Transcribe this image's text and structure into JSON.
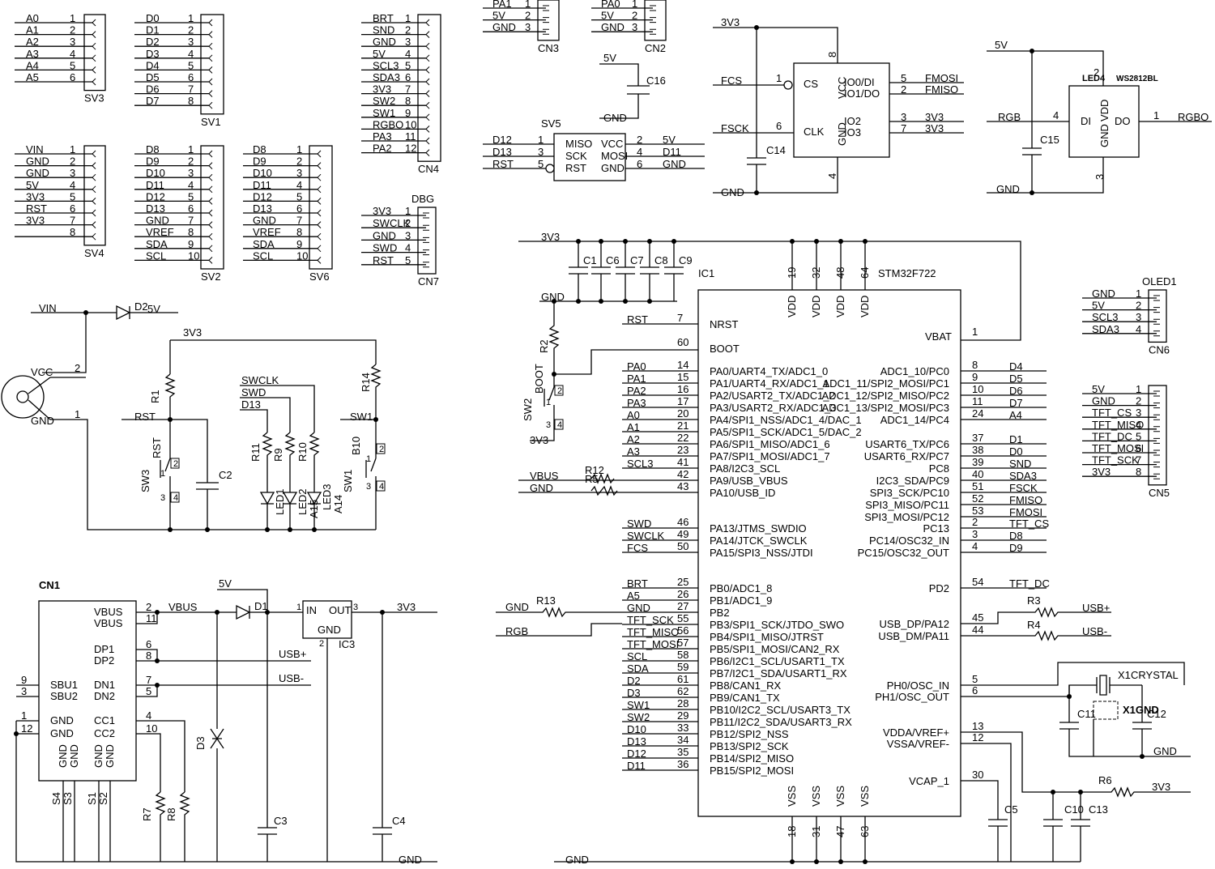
{
  "connectors": {
    "sv3": {
      "ref": "SV3",
      "nets": [
        "A0",
        "A1",
        "A2",
        "A3",
        "A4",
        "A5"
      ],
      "pins": [
        "1",
        "2",
        "3",
        "4",
        "5",
        "6"
      ]
    },
    "sv1": {
      "ref": "SV1",
      "nets": [
        "D0",
        "D1",
        "D2",
        "D3",
        "D4",
        "D5",
        "D6",
        "D7"
      ],
      "pins": [
        "1",
        "2",
        "3",
        "4",
        "5",
        "6",
        "7",
        "8"
      ]
    },
    "cn4": {
      "ref": "CN4",
      "nets": [
        "BRT",
        "SND",
        "GND",
        "5V",
        "SCL3",
        "SDA3",
        "3V3",
        "SW2",
        "SW1",
        "RGBO",
        "PA3",
        "PA2"
      ],
      "pins": [
        "1",
        "2",
        "3",
        "4",
        "5",
        "6",
        "7",
        "8",
        "9",
        "10",
        "11",
        "12"
      ]
    },
    "sv4": {
      "ref": "SV4",
      "nets": [
        "VIN",
        "GND",
        "GND",
        "5V",
        "3V3",
        "RST",
        "3V3",
        ""
      ],
      "pins": [
        "1",
        "2",
        "3",
        "4",
        "5",
        "6",
        "7",
        "8"
      ]
    },
    "sv2": {
      "ref": "SV2",
      "nets": [
        "D8",
        "D9",
        "D10",
        "D11",
        "D12",
        "D13",
        "GND",
        "VREF",
        "SDA",
        "SCL"
      ],
      "pins": [
        "1",
        "2",
        "3",
        "4",
        "5",
        "6",
        "7",
        "8",
        "9",
        "10"
      ]
    },
    "sv6": {
      "ref": "SV6",
      "nets": [
        "D8",
        "D9",
        "D10",
        "D11",
        "D12",
        "D13",
        "GND",
        "VREF",
        "SDA",
        "SCL"
      ],
      "pins": [
        "1",
        "2",
        "3",
        "4",
        "5",
        "6",
        "7",
        "8",
        "9",
        "10"
      ]
    },
    "cn7": {
      "ref": "CN7",
      "title": "DBG",
      "nets": [
        "3V3",
        "SWCLK",
        "GND",
        "SWD",
        "RST"
      ],
      "pins": [
        "1",
        "2",
        "3",
        "4",
        "5"
      ]
    },
    "cn3": {
      "ref": "CN3",
      "nets": [
        "PA1",
        "5V",
        "GND"
      ],
      "pins": [
        "1",
        "2",
        "3"
      ]
    },
    "cn2": {
      "ref": "CN2",
      "nets": [
        "PA0",
        "5V",
        "GND"
      ],
      "pins": [
        "1",
        "2",
        "3"
      ]
    },
    "oled1": {
      "ref": "CN6",
      "title": "OLED1",
      "nets": [
        "GND",
        "5V",
        "SCL3",
        "SDA3"
      ],
      "pins": [
        "1",
        "2",
        "3",
        "4"
      ]
    },
    "cn5": {
      "ref": "CN5",
      "nets": [
        "5V",
        "GND",
        "TFT_CS",
        "TFT_MISO",
        "TFT_DC",
        "TFT_MOSI",
        "TFT_SCK",
        "3V3"
      ],
      "pins": [
        "1",
        "2",
        "3",
        "4",
        "5",
        "6",
        "7",
        "8"
      ]
    }
  },
  "sv5": {
    "ref": "SV5",
    "left_nets": [
      "D12",
      "D13",
      "RST"
    ],
    "left_pins": [
      "1",
      "3",
      "5"
    ],
    "right_pins": [
      "2",
      "4",
      "6"
    ],
    "right_nets": [
      "5V",
      "D11",
      "GND"
    ],
    "body_left": [
      "MISO",
      "SCK",
      "RST"
    ],
    "body_right": [
      "VCC",
      "MOSI",
      "GND"
    ]
  },
  "c16": {
    "ref": "C16",
    "top": "5V",
    "bottom": "GND"
  },
  "flash": {
    "top_net": "3V3",
    "gnd_net": "GND",
    "cap": "C14",
    "vcc_pin": "8",
    "gnd_pin": "4",
    "left": [
      {
        "net": "FCS",
        "pin": "1",
        "label": "CS"
      },
      {
        "net": "FSCK",
        "pin": "6",
        "label": "CLK"
      }
    ],
    "right": [
      {
        "label": "IO0/DI",
        "pin": "5",
        "net": "FMOSI"
      },
      {
        "label": "IO1/DO",
        "pin": "2",
        "net": "FMISO"
      },
      {
        "label": "IO2",
        "pin": "3",
        "net": "3V3"
      },
      {
        "label": "IO3",
        "pin": "7",
        "net": "3V3"
      }
    ],
    "vcc_label": "VCC",
    "gnd_label": "GND"
  },
  "led": {
    "ref": "LED4",
    "part": "WS2812BL",
    "supply": "5V",
    "gnd": "GND",
    "cap": "C15",
    "in_net": "RGB",
    "in_pin": "4",
    "in_label": "DI",
    "out_net": "RGBO",
    "out_pin": "1",
    "out_label": "DO",
    "vdd_label": "VDD",
    "gnd_label": "GND",
    "vdd_pin": "2",
    "gnd_pin": "3"
  },
  "power_in": {
    "vin": "VIN",
    "diode": "D2",
    "out": "5V",
    "jack_vcc": "VCC",
    "jack_gnd": "GND",
    "pin_vcc": "2",
    "pin_gnd": "1"
  },
  "buttons": {
    "rail": "3V3",
    "r1": "R1",
    "rst_net": "RST",
    "sw3": "SW3",
    "sw3_name": "RST",
    "c2": "C2",
    "r14": "R14",
    "sw1_net": "SW1",
    "sw1": "SW1",
    "sw1_name": "B10",
    "swclk": "SWCLK",
    "swd": "SWD",
    "d13": "D13",
    "r11": "R11",
    "r9": "R9",
    "r10": "R10",
    "led1": "LED1",
    "led2": "LED2",
    "led3": "LED3",
    "a15": "A15",
    "a14": "A14",
    "sw_pins": [
      "1",
      "2",
      "3",
      "4"
    ]
  },
  "usb": {
    "ref": "CN1",
    "vbus_net": "VBUS",
    "d1": "D1",
    "d3": "D3",
    "reg": "IC3",
    "in_label": "IN",
    "out_label": "OUT",
    "gnd_label": "GND",
    "reg_in_pin": "1",
    "reg_out_pin": "3",
    "reg_gnd_pin": "2",
    "supply_5v": "5V",
    "out_net": "3V3",
    "gnd_net": "GND",
    "c3": "C3",
    "c4": "C4",
    "r7": "R7",
    "r8": "R8",
    "dp_net": "USB+",
    "dn_net": "USB-",
    "pins_left": [
      {
        "pin": "9",
        "label": "SBU1"
      },
      {
        "pin": "3",
        "label": "SBU2"
      },
      {
        "pin": "1",
        "label": "GND"
      },
      {
        "pin": "12",
        "label": "GND"
      }
    ],
    "pins_right": [
      {
        "label": "VBUS",
        "pin": "2"
      },
      {
        "label": "VBUS",
        "pin": "11"
      },
      {
        "label": "DP1",
        "pin": "6"
      },
      {
        "label": "DP2",
        "pin": "8"
      },
      {
        "label": "DN1",
        "pin": "7"
      },
      {
        "label": "DN2",
        "pin": "5"
      },
      {
        "label": "CC1",
        "pin": "4"
      },
      {
        "label": "CC2",
        "pin": "10"
      }
    ],
    "bottom_gnd": [
      "GND",
      "GND",
      "GND",
      "GND"
    ],
    "shield": [
      "S4",
      "S3",
      "S1",
      "S2"
    ]
  },
  "mcu": {
    "ref": "IC1",
    "part": "STM32F722",
    "rail": "3V3",
    "gnd": "GND",
    "decoupling": [
      "C1",
      "C6",
      "C7",
      "C8",
      "C9"
    ],
    "vdd_pins": [
      "19",
      "32",
      "48",
      "64"
    ],
    "vdd_label": "VDD",
    "vss_pins": [
      "18",
      "31",
      "47",
      "63"
    ],
    "vss_label": "VSS",
    "vbat_pin": "1",
    "vbat_label": "VBAT",
    "r2": "R2",
    "sw2": "SW2",
    "sw2_name": "BOOT",
    "boot_net": "3V3",
    "r12": "R12",
    "r5": "R5",
    "r13": "R13",
    "left": [
      {
        "net": "RST",
        "pin": "7",
        "label": "NRST"
      },
      {
        "net": "",
        "pin": "60",
        "label": "BOOT"
      },
      {
        "net": "PA0",
        "pin": "14",
        "label": "PA0/UART4_TX/ADC1_0"
      },
      {
        "net": "PA1",
        "pin": "15",
        "label": "PA1/UART4_RX/ADC1_1"
      },
      {
        "net": "PA2",
        "pin": "16",
        "label": "PA2/USART2_TX/ADC1_2"
      },
      {
        "net": "PA3",
        "pin": "17",
        "label": "PA3/USART2_RX/ADC1_3"
      },
      {
        "net": "A0",
        "pin": "20",
        "label": "PA4/SPI1_NSS/ADC1_4/DAC_1"
      },
      {
        "net": "A1",
        "pin": "21",
        "label": "PA5/SPI1_SCK/ADC1_5/DAC_2"
      },
      {
        "net": "A2",
        "pin": "22",
        "label": "PA6/SPI1_MISO/ADC1_6"
      },
      {
        "net": "A3",
        "pin": "23",
        "label": "PA7/SPI1_MOSI/ADC1_7"
      },
      {
        "net": "SCL3",
        "pin": "41",
        "label": "PA8/I2C3_SCL"
      },
      {
        "net": "VBUS",
        "pin": "42",
        "label": "PA9/USB_VBUS"
      },
      {
        "net": "GND",
        "pin": "43",
        "label": "PA10/USB_ID"
      },
      {
        "net": "SWD",
        "pin": "46",
        "label": "PA13/JTMS_SWDIO"
      },
      {
        "net": "SWCLK",
        "pin": "49",
        "label": "PA14/JTCK_SWCLK"
      },
      {
        "net": "FCS",
        "pin": "50",
        "label": "PA15/SPI3_NSS/JTDI"
      },
      {
        "net": "BRT",
        "pin": "25",
        "label": "PB0/ADC1_8"
      },
      {
        "net": "A5",
        "pin": "26",
        "label": "PB1/ADC1_9"
      },
      {
        "net": "GND",
        "pin": "27",
        "label": "PB2"
      },
      {
        "net": "TFT_SCK",
        "pin": "55",
        "label": "PB3/SPI1_SCK/JTDO_SWO"
      },
      {
        "net": "TFT_MISO",
        "pin": "56",
        "label": "PB4/SPI1_MISO/JTRST"
      },
      {
        "net": "TFT_MOSI",
        "pin": "57",
        "label": "PB5/SPI1_MOSI/CAN2_RX"
      },
      {
        "net": "SCL",
        "pin": "58",
        "label": "PB6/I2C1_SCL/USART1_TX"
      },
      {
        "net": "SDA",
        "pin": "59",
        "label": "PB7/I2C1_SDA/USART1_RX"
      },
      {
        "net": "D2",
        "pin": "61",
        "label": "PB8/CAN1_RX"
      },
      {
        "net": "D3",
        "pin": "62",
        "label": "PB9/CAN1_TX"
      },
      {
        "net": "SW1",
        "pin": "28",
        "label": "PB10/I2C2_SCL/USART3_TX"
      },
      {
        "net": "SW2",
        "pin": "29",
        "label": "PB11/I2C2_SDA/USART3_RX"
      },
      {
        "net": "D10",
        "pin": "33",
        "label": "PB12/SPI2_NSS"
      },
      {
        "net": "D13",
        "pin": "34",
        "label": "PB13/SPI2_SCK"
      },
      {
        "net": "D12",
        "pin": "35",
        "label": "PB14/SPI2_MISO"
      },
      {
        "net": "D11",
        "pin": "36",
        "label": "PB15/SPI2_MOSI"
      }
    ],
    "left_extra": {
      "rgb_net": "RGB",
      "gnd_net": "GND"
    },
    "right": [
      {
        "label": "ADC1_10/PC0",
        "pin": "8",
        "net": "D4"
      },
      {
        "label": "ADC1_11/SPI2_MOSI/PC1",
        "pin": "9",
        "net": "D5"
      },
      {
        "label": "ADC1_12/SPI2_MISO/PC2",
        "pin": "10",
        "net": "D6"
      },
      {
        "label": "ADC1_13/SPI2_MOSI/PC3",
        "pin": "11",
        "net": "D7"
      },
      {
        "label": "ADC1_14/PC4",
        "pin": "24",
        "net": "A4"
      },
      {
        "label": "USART6_TX/PC6",
        "pin": "37",
        "net": "D1"
      },
      {
        "label": "USART6_RX/PC7",
        "pin": "38",
        "net": "D0"
      },
      {
        "label": "PC8",
        "pin": "39",
        "net": "SND"
      },
      {
        "label": "I2C3_SDA/PC9",
        "pin": "40",
        "net": "SDA3"
      },
      {
        "label": "SPI3_SCK/PC10",
        "pin": "51",
        "net": "FSCK"
      },
      {
        "label": "SPI3_MISO/PC11",
        "pin": "52",
        "net": "FMISO"
      },
      {
        "label": "SPI3_MOSI/PC12",
        "pin": "53",
        "net": "FMOSI"
      },
      {
        "label": "PC13",
        "pin": "2",
        "net": "TFT_CS"
      },
      {
        "label": "PC14/OSC32_IN",
        "pin": "3",
        "net": "D8"
      },
      {
        "label": "PC15/OSC32_OUT",
        "pin": "4",
        "net": "D9"
      },
      {
        "label": "PD2",
        "pin": "54",
        "net": "TFT_DC"
      },
      {
        "label": "USB_DP/PA12",
        "pin": "45",
        "net": ""
      },
      {
        "label": "USB_DM/PA11",
        "pin": "44",
        "net": ""
      },
      {
        "label": "PH0/OSC_IN",
        "pin": "5",
        "net": ""
      },
      {
        "label": "PH1/OSC_OUT",
        "pin": "6",
        "net": ""
      },
      {
        "label": "VDDA/VREF+",
        "pin": "13",
        "net": ""
      },
      {
        "label": "VSSA/VREF-",
        "pin": "12",
        "net": ""
      },
      {
        "label": "VCAP_1",
        "pin": "30",
        "net": ""
      }
    ],
    "r3": "R3",
    "r4": "R4",
    "usbp": "USB+",
    "usbm": "USB-",
    "x1": "X1",
    "x1_part": "CRYSTAL",
    "x1_gnd": "X1GND",
    "c11": "C11",
    "c12": "C12",
    "xgnd": "GND",
    "r6": "R6",
    "r6_net": "3V3",
    "c5": "C5",
    "c10": "C10",
    "c13": "C13",
    "bottom_gnd": "GND"
  }
}
